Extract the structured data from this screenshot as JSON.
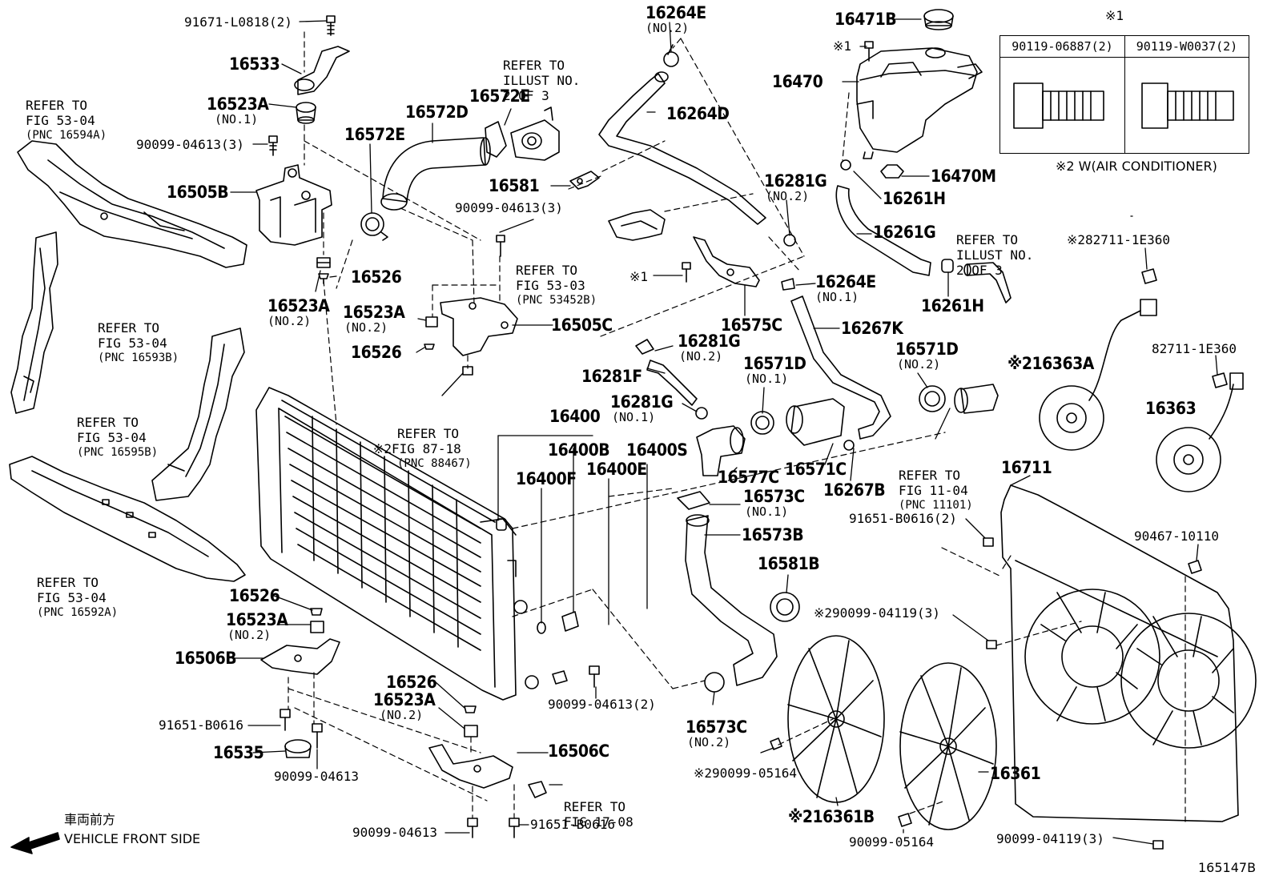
{
  "part_labels": [
    {
      "id": "p91671",
      "text": "91671-L0818(2)"
    },
    {
      "id": "p16533",
      "text": "16533"
    },
    {
      "id": "p16523a_1",
      "text": "16523A"
    },
    {
      "id": "p16523a_1n",
      "text": "(NO.1)"
    },
    {
      "id": "p90099_3a",
      "text": "90099-04613(3)"
    },
    {
      "id": "p16505b",
      "text": "16505B"
    },
    {
      "id": "p16523a_2",
      "text": "16523A"
    },
    {
      "id": "p16523a_2n",
      "text": "(NO.2)"
    },
    {
      "id": "p16526_a",
      "text": "16526"
    },
    {
      "id": "p16572d",
      "text": "16572D"
    },
    {
      "id": "p16572e_a",
      "text": "16572E"
    },
    {
      "id": "p16572e_b",
      "text": "16572E"
    },
    {
      "id": "p16264e_2",
      "text": "16264E"
    },
    {
      "id": "p16264e_2n",
      "text": "(NO.2)"
    },
    {
      "id": "p16264d",
      "text": "16264D"
    },
    {
      "id": "p16581",
      "text": "16581"
    },
    {
      "id": "p90099_3b",
      "text": "90099-04613(3)"
    },
    {
      "id": "p16523a_3",
      "text": "16523A"
    },
    {
      "id": "p16523a_3n",
      "text": "(NO.2)"
    },
    {
      "id": "p16526_b",
      "text": "16526"
    },
    {
      "id": "p16505c",
      "text": "16505C"
    },
    {
      "id": "p16471b",
      "text": "16471B"
    },
    {
      "id": "p16470",
      "text": "16470"
    },
    {
      "id": "p16470m",
      "text": "16470M"
    },
    {
      "id": "p16261h_a",
      "text": "16261H"
    },
    {
      "id": "p16261g",
      "text": "16261G"
    },
    {
      "id": "p16261h_b",
      "text": "16261H"
    },
    {
      "id": "p16281g_a",
      "text": "16281G"
    },
    {
      "id": "p16281g_an",
      "text": "(NO.2)"
    },
    {
      "id": "p16264e_1",
      "text": "16264E"
    },
    {
      "id": "p16264e_1n",
      "text": "(NO.1)"
    },
    {
      "id": "p16575c",
      "text": "16575C"
    },
    {
      "id": "p16267k",
      "text": "16267K"
    },
    {
      "id": "p16281g_b",
      "text": "16281G"
    },
    {
      "id": "p16281g_bn",
      "text": "(NO.2)"
    },
    {
      "id": "p16281f",
      "text": "16281F"
    },
    {
      "id": "p16281g_c",
      "text": "16281G"
    },
    {
      "id": "p16281g_cn",
      "text": "(NO.1)"
    },
    {
      "id": "p16571d_a",
      "text": "16571D"
    },
    {
      "id": "p16571d_an",
      "text": "(NO.1)"
    },
    {
      "id": "p16571d_b",
      "text": "16571D"
    },
    {
      "id": "p16571d_bn",
      "text": "(NO.2)"
    },
    {
      "id": "p16400",
      "text": "16400"
    },
    {
      "id": "p16400b",
      "text": "16400B"
    },
    {
      "id": "p16400s",
      "text": "16400S"
    },
    {
      "id": "p16400f",
      "text": "16400F"
    },
    {
      "id": "p16400e",
      "text": "16400E"
    },
    {
      "id": "p16577c",
      "text": "16577C"
    },
    {
      "id": "p16571c",
      "text": "16571C"
    },
    {
      "id": "p16267b",
      "text": "16267B"
    },
    {
      "id": "p16573c_1",
      "text": "16573C"
    },
    {
      "id": "p16573c_1n",
      "text": "(NO.1)"
    },
    {
      "id": "p16573b",
      "text": "16573B"
    },
    {
      "id": "p16581b",
      "text": "16581B"
    },
    {
      "id": "p16363a",
      "text": "※216363A"
    },
    {
      "id": "p82711a",
      "text": "※282711-1E360"
    },
    {
      "id": "p82711b",
      "text": "82711-1E360"
    },
    {
      "id": "p16363",
      "text": "16363"
    },
    {
      "id": "p16711",
      "text": "16711"
    },
    {
      "id": "p91651_2",
      "text": "91651-B0616(2)"
    },
    {
      "id": "p90467",
      "text": "90467-10110"
    },
    {
      "id": "p90099_04119a",
      "text": "※290099-04119(3)"
    },
    {
      "id": "p16526_c",
      "text": "16526"
    },
    {
      "id": "p16523a_4",
      "text": "16523A"
    },
    {
      "id": "p16523a_4n",
      "text": "(NO.2)"
    },
    {
      "id": "p16506b",
      "text": "16506B"
    },
    {
      "id": "p91651_a",
      "text": "91651-B0616"
    },
    {
      "id": "p16535",
      "text": "16535"
    },
    {
      "id": "p90099_04613a",
      "text": "90099-04613"
    },
    {
      "id": "p16526_d",
      "text": "16526"
    },
    {
      "id": "p16523a_5",
      "text": "16523A"
    },
    {
      "id": "p16523a_5n",
      "text": "(NO.2)"
    },
    {
      "id": "p16506c",
      "text": "16506C"
    },
    {
      "id": "p90099_04613_2",
      "text": "90099-04613(2)"
    },
    {
      "id": "p90099_04613b",
      "text": "90099-04613"
    },
    {
      "id": "p91651_b",
      "text": "91651-B0616"
    },
    {
      "id": "p16573c_2",
      "text": "16573C"
    },
    {
      "id": "p16573c_2n",
      "text": "(NO.2)"
    },
    {
      "id": "p90099_05164a",
      "text": "※290099-05164"
    },
    {
      "id": "p16361b",
      "text": "※216361B"
    },
    {
      "id": "p16361",
      "text": "16361"
    },
    {
      "id": "p90099_05164b",
      "text": "90099-05164"
    },
    {
      "id": "p90099_04119b",
      "text": "90099-04119(3)"
    },
    {
      "id": "p_mark1a",
      "text": "※1"
    },
    {
      "id": "p_mark1b",
      "text": "※1"
    },
    {
      "id": "p_mark1c",
      "text": "※1"
    }
  ],
  "refer_notes": [
    {
      "id": "r1",
      "lines": [
        "REFER TO",
        "ILLUST NO.",
        "2 OF 3"
      ]
    },
    {
      "id": "r2",
      "lines": [
        "REFER TO",
        "FIG 53-04"
      ],
      "pnc": "(PNC 16594A)"
    },
    {
      "id": "r3",
      "lines": [
        "REFER TO",
        "FIG 53-04"
      ],
      "pnc": "(PNC 16593B)"
    },
    {
      "id": "r4",
      "lines": [
        "REFER TO",
        "FIG 53-04"
      ],
      "pnc": "(PNC 16595B)"
    },
    {
      "id": "r5",
      "lines": [
        "REFER TO",
        "FIG 53-04"
      ],
      "pnc": "(PNC 16592A)"
    },
    {
      "id": "r6",
      "lines": [
        "REFER TO",
        "FIG 53-03"
      ],
      "pnc": "(PNC 53452B)"
    },
    {
      "id": "r7",
      "lines": [
        "REFER TO",
        "※2FIG 87-18"
      ],
      "pnc": "(PNC 88467)"
    },
    {
      "id": "r8",
      "lines": [
        "REFER TO",
        "ILLUST NO.",
        "2 OF 3"
      ]
    },
    {
      "id": "r9",
      "lines": [
        "REFER TO",
        "FIG 11-04"
      ],
      "pnc": "(PNC 11101)"
    },
    {
      "id": "r10",
      "lines": [
        "REFER TO",
        "FIG 17-08"
      ]
    }
  ],
  "bolt_table": {
    "marker": "※1",
    "col1": "90119-06887(2)",
    "col2": "90119-W0037(2)",
    "note": "※2 W(AIR CONDITIONER)"
  },
  "footer": {
    "jp_label": "車両前方",
    "front_label": "VEHICLE FRONT SIDE",
    "illust_no": "165147B"
  }
}
